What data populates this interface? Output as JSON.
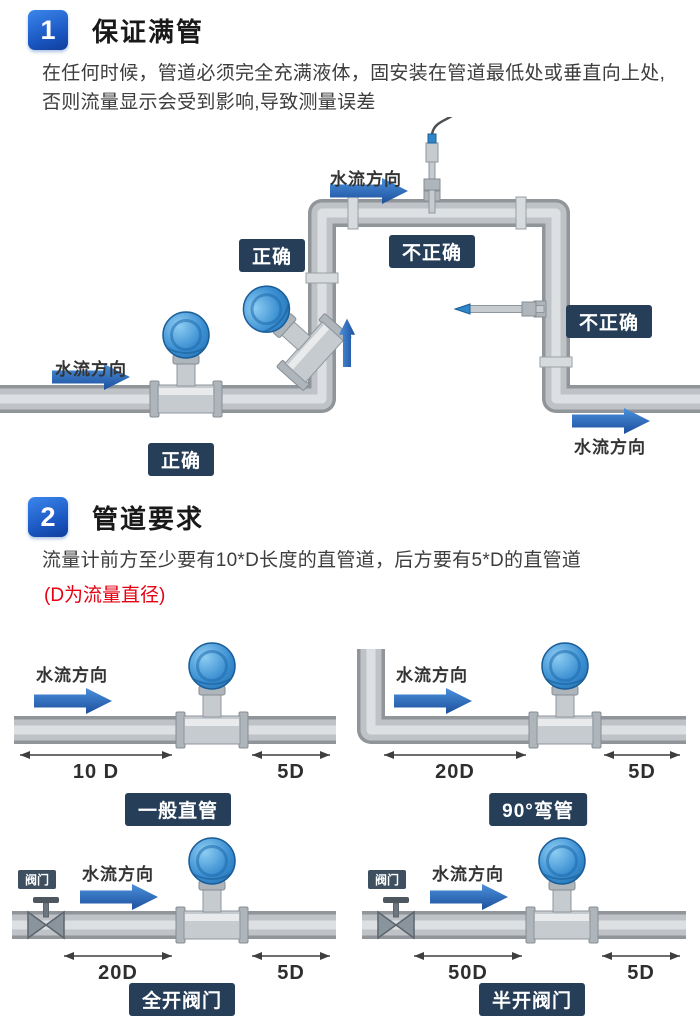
{
  "colors": {
    "accent_blue": "#1f64c8",
    "badge_navy": "#263e58",
    "note_red": "#e60012",
    "pipe_gray": "#bfc3c7",
    "meter_blue": "#2f86c9",
    "arrow_blue": "#2a6cc4"
  },
  "section1": {
    "number": "1",
    "title": "保证满管",
    "body": "在任何时候，管道必须完全充满液体，固安装在管道最低处或垂直向上处,否则流量显示会受到影响,导致测量误差",
    "diagram": {
      "flow_label_top": "水流方向",
      "flow_label_left": "水流方向",
      "flow_label_bottom_right": "水流方向",
      "badge_incorrect_top": "不正确",
      "badge_incorrect_side": "不正确",
      "badge_correct_elbow": "正确",
      "badge_correct_bottom": "正确"
    }
  },
  "section2": {
    "number": "2",
    "title": "管道要求",
    "body": "流量计前方至少要有10*D长度的直管道，后方要有5*D的直管道",
    "note": "(D为流量直径)",
    "diagrams": [
      {
        "flow_label": "水流方向",
        "upstream": "10 D",
        "downstream": "5D",
        "caption": "一般直管"
      },
      {
        "flow_label": "水流方向",
        "upstream": "20D",
        "downstream": "5D",
        "caption": "90°弯管"
      },
      {
        "flow_label": "水流方向",
        "upstream": "20D",
        "downstream": "5D",
        "caption": "全开阀门",
        "valve_label": "阀门"
      },
      {
        "flow_label": "水流方向",
        "upstream": "50D",
        "downstream": "5D",
        "caption": "半开阀门",
        "valve_label": "阀门"
      }
    ]
  }
}
